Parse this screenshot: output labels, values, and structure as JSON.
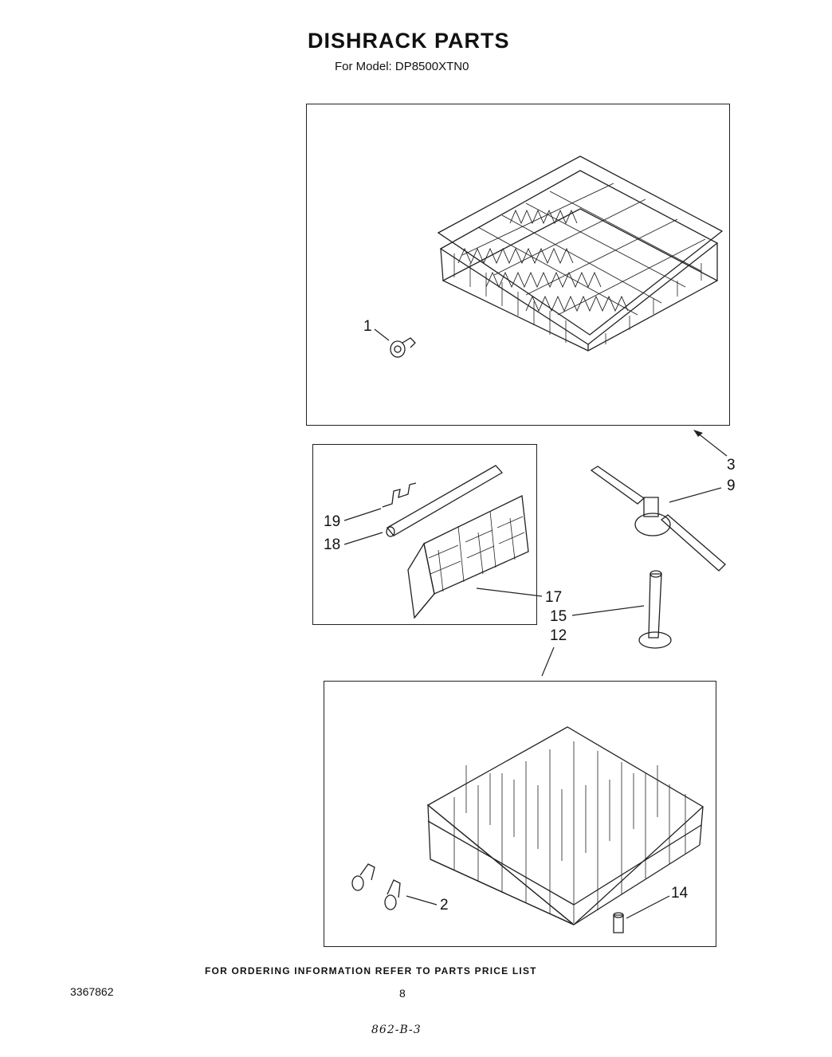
{
  "page": {
    "title": "DISHRACK PARTS",
    "subtitle": "For Model: DP8500XTN0",
    "footer": "FOR ORDERING INFORMATION REFER TO PARTS PRICE LIST",
    "doc_number": "3367862",
    "page_number": "8",
    "handwritten_note": "862-B-3"
  },
  "callouts": [
    "1",
    "3",
    "9",
    "19",
    "18",
    "17",
    "15",
    "12",
    "2",
    "14"
  ]
}
